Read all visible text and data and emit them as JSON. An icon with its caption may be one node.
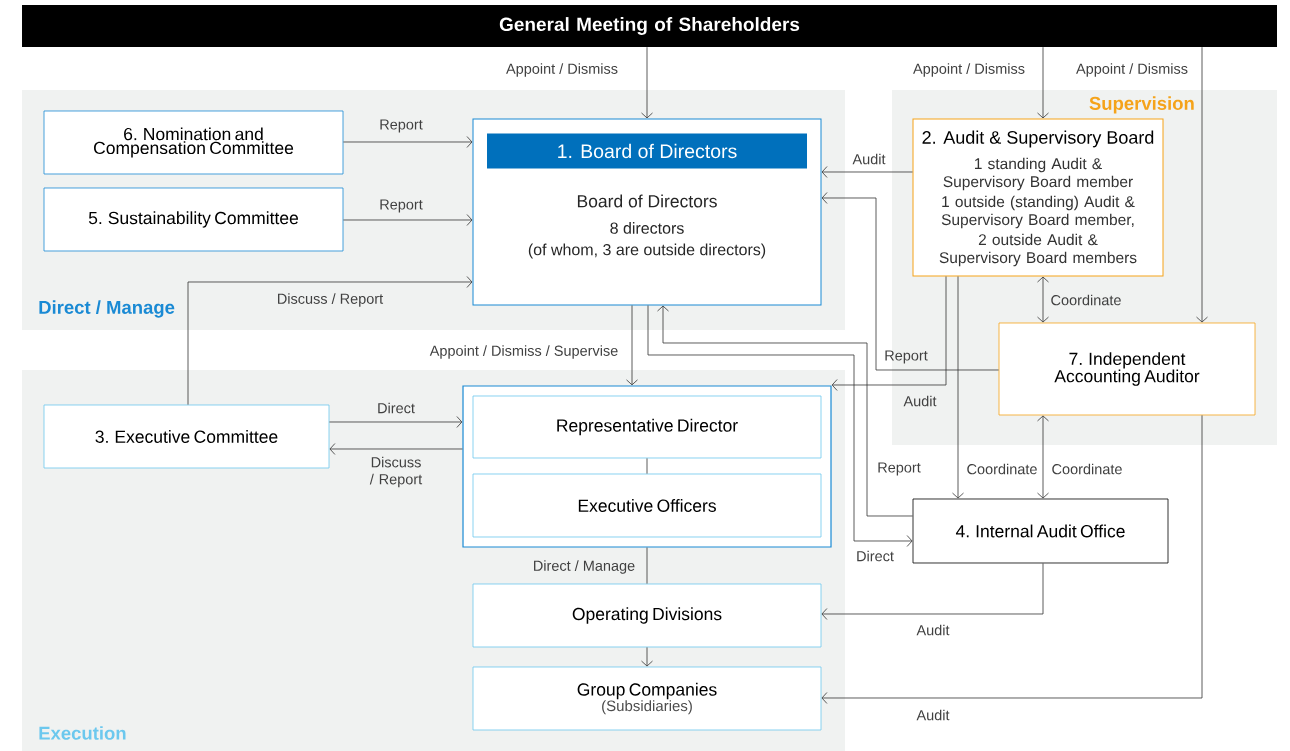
{
  "diagram": {
    "nodes": [
      {
        "text": [
          "General Meeting of Shareholders"
        ]
      },
      {
        "text": [
          "Direct / Manage"
        ]
      },
      {
        "text": [
          "6. Nomination and Compensation Committee"
        ],
        "in": 1
      },
      {
        "text": [
          "5. Sustainability Committee"
        ],
        "in": 1
      },
      {
        "text": [
          "1. Board of Directors",
          "Board of Directors",
          "8 directors",
          "(of whom, 3 are outside directors)"
        ],
        "in": 1
      },
      {
        "text": [
          "Supervision"
        ]
      },
      {
        "text": [
          "2. Audit & Supervisory Board",
          "1 standing Audit & Supervisory Board member",
          "1 outside (standing) Audit & Supervisory Board member,",
          "2 outside Audit & Supervisory Board members"
        ],
        "in": 5
      },
      {
        "text": [
          "7. Independent Accounting Auditor"
        ],
        "in": 5
      },
      {
        "text": [
          "Execution"
        ]
      },
      {
        "text": [
          "3. Executive Committee"
        ],
        "in": 8
      },
      {
        "text": [],
        "shape": "box",
        "in": 8
      },
      {
        "text": [
          "Representative Director"
        ],
        "in": 10
      },
      {
        "text": [
          "Executive Officers"
        ],
        "in": 10
      },
      {
        "text": [
          "4.  Internal Audit Office"
        ]
      },
      {
        "text": [
          "Operating Divisions"
        ],
        "in": 8
      },
      {
        "text": [
          "Group Companies",
          "(Subsidiaries)"
        ],
        "in": 8
      }
    ],
    "edges": [
      {
        "from": 0,
        "to": 4,
        "arrow": "to",
        "label": "Appoint / Dismiss"
      },
      {
        "from": 0,
        "to": 6,
        "arrow": "to",
        "label": "Appoint / Dismiss"
      },
      {
        "from": 0,
        "to": 7,
        "arrow": "to",
        "label": "Appoint / Dismiss"
      },
      {
        "from": 2,
        "to": 4,
        "arrow": "to",
        "label": "Report"
      },
      {
        "from": 3,
        "to": 4,
        "arrow": "to",
        "label": "Report"
      },
      {
        "from": 9,
        "to": 4,
        "arrow": "to",
        "label": "Discuss / Report"
      },
      {
        "from": 6,
        "to": 4,
        "arrow": "to",
        "label": "Audit"
      },
      {
        "from": 7,
        "to": 4,
        "arrow": "to",
        "label": "Report"
      },
      {
        "from": 4,
        "to": 10,
        "arrow": "to",
        "label": "Appoint / Dismiss / Supervise"
      },
      {
        "from": 6,
        "to": 10,
        "arrow": "to",
        "label": "Audit"
      },
      {
        "from": 6,
        "to": 13,
        "arrow": "to",
        "label": "Coordinate"
      },
      {
        "from": 6,
        "to": 7,
        "arrow": "both",
        "label": "Coordinate"
      },
      {
        "from": 7,
        "to": 13,
        "arrow": "both",
        "label": "Coordinate"
      },
      {
        "from": 13,
        "to": 4,
        "arrow": "to",
        "label": "Report"
      },
      {
        "from": 4,
        "to": 13,
        "arrow": "to",
        "label": "Direct"
      },
      {
        "from": 9,
        "to": 10,
        "arrow": "to",
        "label": "Direct"
      },
      {
        "from": 10,
        "to": 9,
        "arrow": "to",
        "label": "Discuss / Report"
      },
      {
        "from": 11,
        "to": 12,
        "arrow": "none"
      },
      {
        "from": 10,
        "to": 14,
        "arrow": "none",
        "label": "Direct / Manage"
      },
      {
        "from": 14,
        "to": 15,
        "arrow": "to"
      },
      {
        "from": 13,
        "to": 14,
        "arrow": "to",
        "label": "Audit"
      },
      {
        "from": 7,
        "to": 15,
        "arrow": "to",
        "label": "Audit"
      }
    ]
  }
}
